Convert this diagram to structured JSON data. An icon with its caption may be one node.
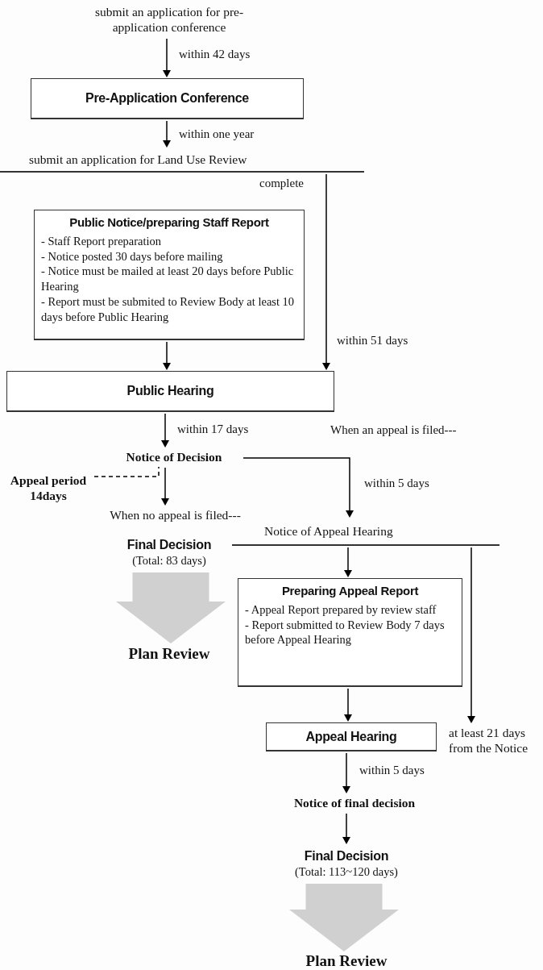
{
  "diagram": {
    "nodes": [
      {
        "text": [
          "submit an application for pre-application conference"
        ]
      },
      {
        "text": [
          "Pre-Application Conference"
        ]
      },
      {
        "text": [
          "submit an application for Land Use Review"
        ]
      },
      {
        "text": [
          "Public Notice/preparing Staff Report",
          "- Staff Report preparation",
          "- Notice posted 30 days before mailing",
          "- Notice must be mailed at least 20 days before Public Hearing",
          "- Report must be submited to Review Body at least 10 days before Public Hearing"
        ]
      },
      {
        "text": [
          "Public Hearing"
        ]
      },
      {
        "text": [
          "Notice of Decision"
        ]
      },
      {
        "text": [
          "Appeal period 14days"
        ]
      },
      {
        "text": [
          "When no appeal is filed---"
        ]
      },
      {
        "text": [
          "Notice of Appeal Hearing"
        ]
      },
      {
        "text": [
          "Final Decision",
          "(Total: 83 days)"
        ]
      },
      {
        "text": [
          "Preparing Appeal Report",
          "- Appeal Report prepared by review staff",
          "- Report submitted to Review Body 7 days before Appeal Hearing"
        ]
      },
      {
        "text": [
          "Plan Review"
        ]
      },
      {
        "text": [
          "Appeal Hearing"
        ]
      },
      {
        "text": [
          "at least 21 days from the Notice"
        ]
      },
      {
        "text": [
          "Notice of final decision"
        ]
      },
      {
        "text": [
          "Final Decision",
          "(Total: 113~120 days)"
        ]
      },
      {
        "text": [
          "Plan Review"
        ]
      }
    ],
    "edges": [
      {
        "from": 0,
        "to": 1,
        "arrow": "to",
        "label": "within 42 days"
      },
      {
        "from": 1,
        "to": 2,
        "arrow": "to",
        "label": "within one year"
      },
      {
        "from": 2,
        "to": 4,
        "arrow": "to",
        "label": "within 51 days"
      },
      {
        "from": 3,
        "to": 4,
        "arrow": "to"
      },
      {
        "from": 4,
        "to": 5,
        "arrow": "to",
        "label": "within 17 days"
      },
      {
        "from": 5,
        "to": 7,
        "arrow": "to"
      },
      {
        "from": 5,
        "to": 8,
        "arrow": "to",
        "label": "within 5 days"
      },
      {
        "from": 6,
        "to": 5,
        "arrow": "none",
        "style": "dashed"
      },
      {
        "from": 9,
        "to": 11,
        "arrow": "to",
        "style": "thick",
        "color": "#d0d0d0"
      },
      {
        "from": 8,
        "to": 10,
        "arrow": "to"
      },
      {
        "from": 8,
        "to": 13,
        "arrow": "to"
      },
      {
        "from": 10,
        "to": 12,
        "arrow": "to"
      },
      {
        "from": 12,
        "to": 14,
        "arrow": "to",
        "label": "within 5 days"
      },
      {
        "from": 14,
        "to": 15,
        "arrow": "to"
      },
      {
        "from": 15,
        "to": 16,
        "arrow": "to",
        "style": "thick",
        "color": "#d0d0d0"
      }
    ],
    "labels": [
      "complete",
      "When an appeal is filed---"
    ]
  }
}
